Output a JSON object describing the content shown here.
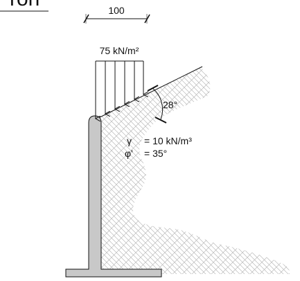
{
  "header": {
    "cut_text": "Pron"
  },
  "dimension": {
    "value": "100"
  },
  "load": {
    "label": "75 kN/m²"
  },
  "slope": {
    "angle": "28°"
  },
  "soil": {
    "unit_weight_symbol": "γ",
    "unit_weight_value": "= 10 kN/m³",
    "friction_symbol": "φ'",
    "friction_value": "= 35°"
  },
  "colors": {
    "wall": "#c8c8c8",
    "hatch": "#b5b5b5",
    "line": "#111111"
  }
}
